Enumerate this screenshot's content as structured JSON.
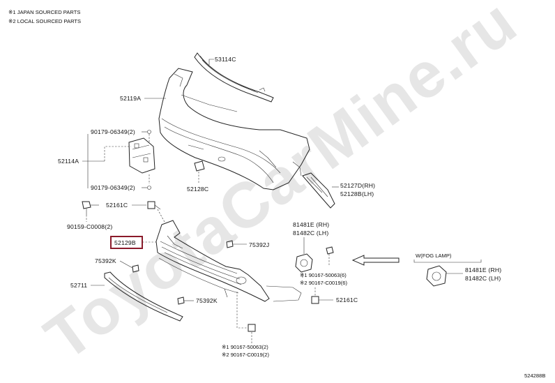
{
  "notes": [
    "※1  JAPAN SOURCED PARTS",
    "※2  LOCAL SOURCED PARTS"
  ],
  "watermark": "ToyotaCarMine.ru",
  "labels": {
    "p53114C": "53114C",
    "p52119A": "52119A",
    "p90179a": "90179-06349(2)",
    "p52114A": "52114A",
    "p90179b": "90179-06349(2)",
    "p52128C": "52128C",
    "p52127D": "52127D(RH)",
    "p52128B": "52128B(LH)",
    "p52161Ca": "52161C",
    "p90159": "90159-C0008(2)",
    "p52129B": "52129B",
    "p81481E": "81481E (RH)",
    "p81482C": "81482C (LH)",
    "p75392J": "75392J",
    "p75392Ka": "75392K",
    "p52711": "52711",
    "p90167a1": "※1 90167-50063(6)",
    "p90167a2": "※2 90167-C0019(6)",
    "p52161Cb": "52161C",
    "p75392Kb": "75392K",
    "p90167b1": "※1 90167-50063(2)",
    "p90167b2": "※2 90167-C0019(2)",
    "fog_lamp": "W(FOG LAMP)",
    "p81481E2": "81481E (RH)",
    "p81482C2": "81482C (LH)",
    "diagram_id": "524288B"
  },
  "highlight_color": "#8a1a2a"
}
